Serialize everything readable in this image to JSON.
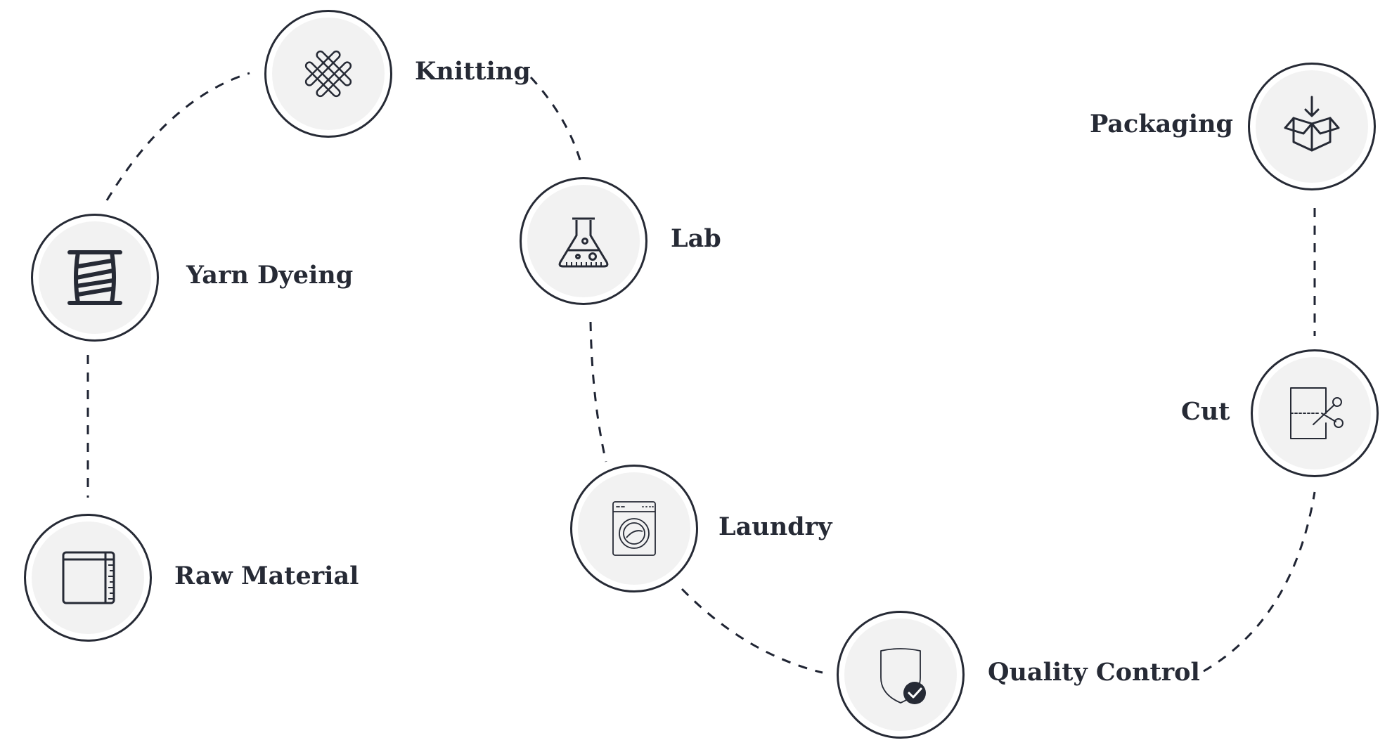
{
  "diagram": {
    "stages": [
      {
        "id": "raw-material",
        "label": "Raw Material",
        "icon": "fabric-roll-icon"
      },
      {
        "id": "yarn-dyeing",
        "label": "Yarn Dyeing",
        "icon": "yarn-spool-icon"
      },
      {
        "id": "knitting",
        "label": "Knitting",
        "icon": "woven-knit-icon"
      },
      {
        "id": "lab",
        "label": "Lab",
        "icon": "lab-flask-icon"
      },
      {
        "id": "laundry",
        "label": "Laundry",
        "icon": "washing-machine-icon"
      },
      {
        "id": "quality-control",
        "label": "Quality Control",
        "icon": "shield-check-icon"
      },
      {
        "id": "cut",
        "label": "Cut",
        "icon": "scissors-cut-icon"
      },
      {
        "id": "packaging",
        "label": "Packaging",
        "icon": "box-download-icon"
      }
    ],
    "colors": {
      "stroke": "#262a35",
      "inner_fill": "#f2f2f2",
      "label": "#262a35"
    }
  }
}
